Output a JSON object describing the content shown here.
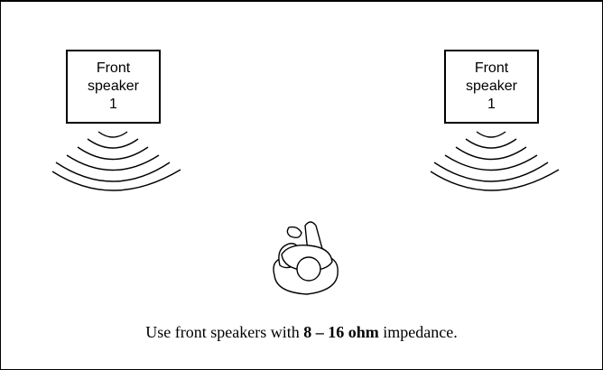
{
  "speakers": {
    "left": {
      "line1": "Front",
      "line2": "speaker",
      "line3": "1"
    },
    "right": {
      "line1": "Front",
      "line2": "speaker",
      "line3": "1"
    }
  },
  "caption": {
    "prefix": "Use front speakers with ",
    "emphasis": "8 – 16 ohm",
    "suffix": " impedance."
  },
  "icons": {
    "sound_waves": "sound-waves-icon",
    "listener": "listener-icon"
  },
  "colors": {
    "line": "#000000",
    "background": "#ffffff"
  }
}
